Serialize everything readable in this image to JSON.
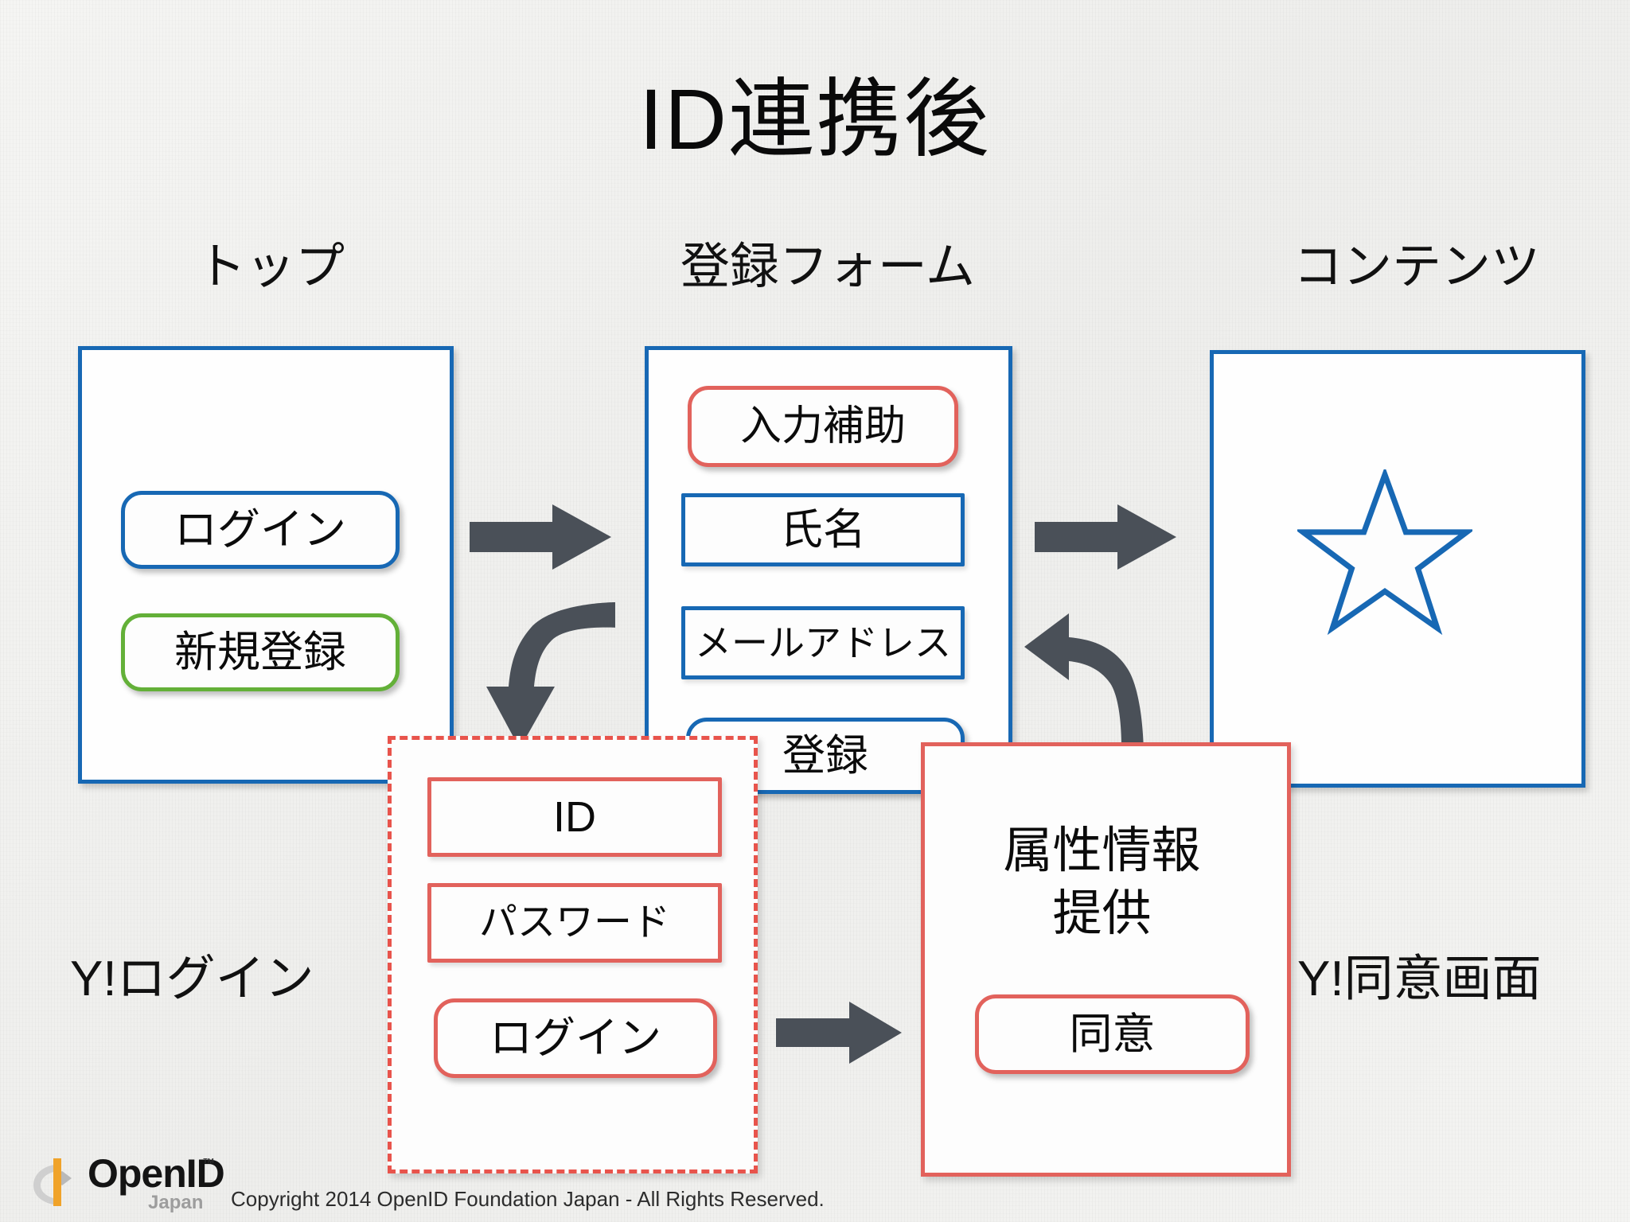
{
  "slide": {
    "title": "ID連携後",
    "accent_blue": "#1768b4",
    "accent_green": "#63b038",
    "accent_red": "#e2625c",
    "accent_red_dashed": "#e8544c",
    "arrow_color": "#4a5058",
    "background": "#f2f2f0"
  },
  "captions": {
    "top": "トップ",
    "form": "登録フォーム",
    "contents": "コンテンツ",
    "yahoo_login": "Y!ログイン",
    "yahoo_consent": "Y!同意画面"
  },
  "panels": {
    "top_screen": {
      "buttons": [
        {
          "label": "ログイン",
          "border_color": "#1768b4"
        },
        {
          "label": "新規登録",
          "border_color": "#63b038"
        }
      ]
    },
    "form_screen": {
      "assist_button": {
        "label": "入力補助",
        "border_color": "#e2625c"
      },
      "fields": [
        {
          "label": "氏名",
          "border_color": "#1768b4"
        },
        {
          "label": "メールアドレス",
          "border_color": "#1768b4"
        }
      ],
      "submit_button": {
        "label": "登録",
        "border_color": "#1768b4"
      }
    },
    "contents_screen": {
      "icon": "star-icon",
      "icon_color": "#1768b4"
    },
    "yahoo_login_screen": {
      "fields": [
        {
          "label": "ID",
          "border_color": "#e2625c"
        },
        {
          "label": "パスワード",
          "border_color": "#e2625c"
        }
      ],
      "submit_button": {
        "label": "ログイン",
        "border_color": "#e2625c"
      }
    },
    "yahoo_consent_screen": {
      "heading_line1": "属性情報",
      "heading_line2": "提供",
      "agree_button": {
        "label": "同意",
        "border_color": "#e2625c"
      }
    }
  },
  "arrows": [
    {
      "name": "top-to-form",
      "direction": "right"
    },
    {
      "name": "form-to-contents",
      "direction": "right"
    },
    {
      "name": "form-to-yahoo-login",
      "direction": "curved-down-left"
    },
    {
      "name": "contents-to-form",
      "direction": "curved-up-left"
    },
    {
      "name": "yahoo-login-to-yahoo-consent",
      "direction": "right"
    }
  ],
  "footer": {
    "logo_wordmark": "OpenID",
    "logo_trademark": "™",
    "logo_subtitle": "Japan",
    "copyright": "Copyright  2014  OpenID Foundation Japan - All Rights Reserved."
  }
}
